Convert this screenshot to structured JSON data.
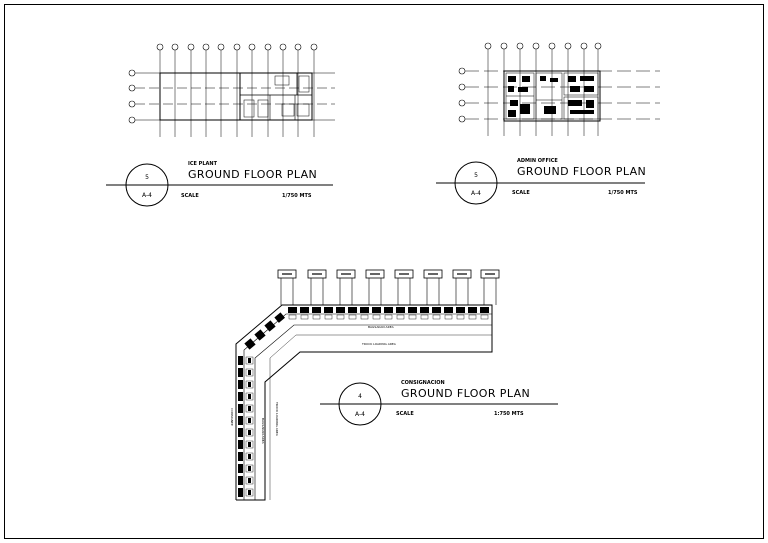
{
  "drawings": [
    {
      "id": "ice-plant",
      "subtitle": "ICE PLANT",
      "title": "GROUND FLOOR PLAN",
      "scale_label": "SCALE",
      "scale_value": "1/750 MTS",
      "detail_number": "5",
      "sheet_ref": "A-4"
    },
    {
      "id": "admin-office",
      "subtitle": "ADMIN OFFICE",
      "title": "GROUND FLOOR PLAN",
      "scale_label": "SCALE",
      "scale_value": "1/750 MTS",
      "detail_number": "5",
      "sheet_ref": "A-4"
    },
    {
      "id": "consignacion",
      "subtitle": "CONSIGNACION",
      "title": "GROUND FLOOR PLAN",
      "scale_label": "SCALE",
      "scale_value": "1:750 MTS",
      "detail_number": "4",
      "sheet_ref": "A-4"
    }
  ],
  "plan_labels": {
    "horizontal_area": "BAGSAKAN AREA",
    "horizontal_loading": "TRUCK LOADING AREA",
    "vertical_area": "BAGSAKAN AREA",
    "vertical_loading": "TRUCK LOADING AREA",
    "consignee": "CONSIGNEE"
  }
}
